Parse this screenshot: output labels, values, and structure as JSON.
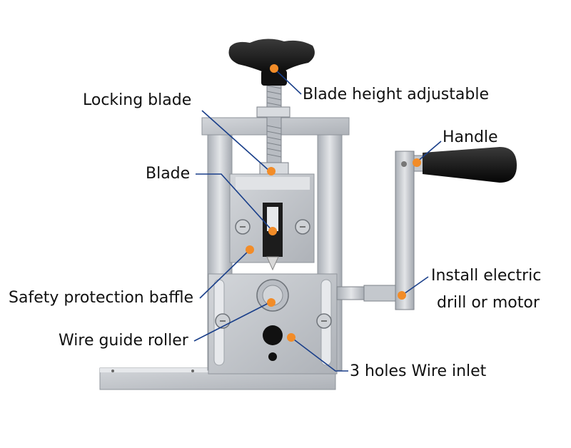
{
  "labels": {
    "locking_blade": "Locking blade",
    "blade_height": "Blade height adjustable",
    "handle": "Handle",
    "blade": "Blade",
    "install_line1": "Install electric",
    "install_line2": "drill or motor",
    "safety_baffle": "Safety protection baffle",
    "wire_guide_roller": "Wire guide roller",
    "wire_inlet": "3 holes Wire inlet"
  },
  "colors": {
    "dot": "#f28c28",
    "leader_line": "#1a3f8a",
    "text": "#111111",
    "metal": "#c9ccd1",
    "metal_dark": "#8f949b",
    "black_plastic": "#111111"
  }
}
